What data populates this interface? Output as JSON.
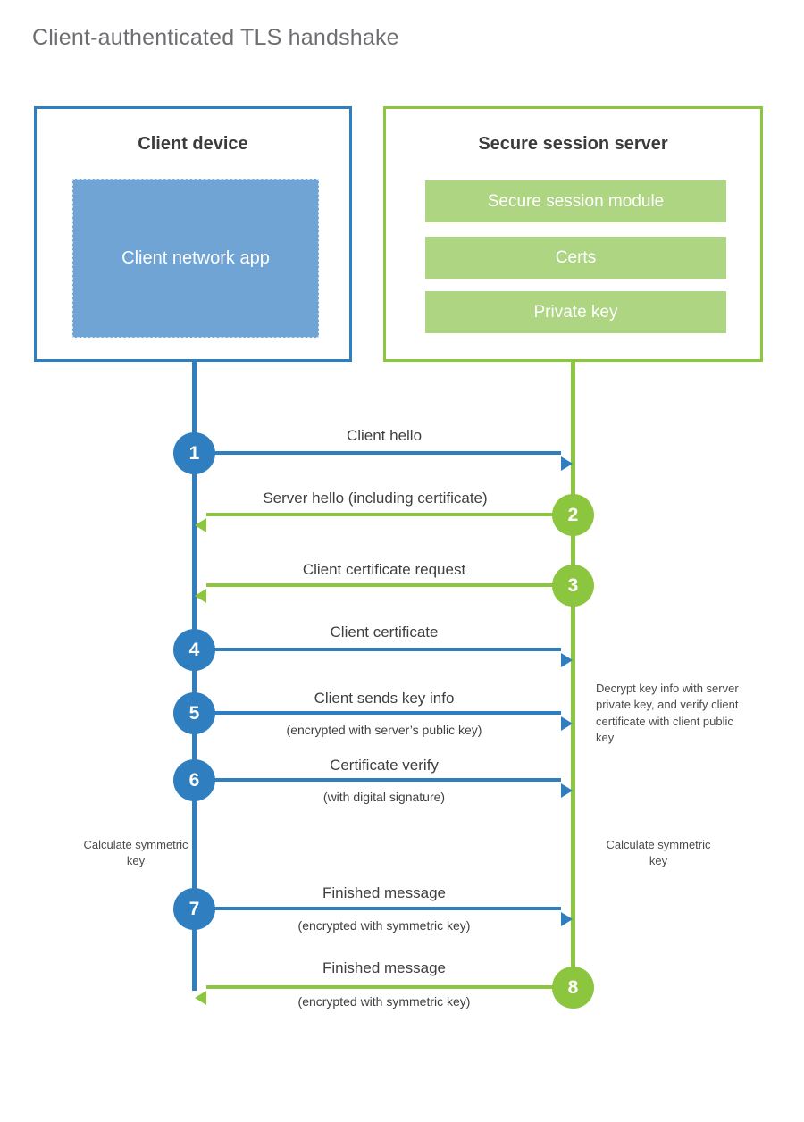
{
  "title": "Client-authenticated TLS handshake",
  "colors": {
    "client_accent": "#2e7ec0",
    "server_accent": "#8cc63e",
    "client_app_fill": "#6fa4d4",
    "server_block_fill": "#aed581",
    "title_text": "#6d6e71",
    "body_text": "#3f3f3f"
  },
  "actors": {
    "client": {
      "title": "Client device",
      "app_label": "Client network app"
    },
    "server": {
      "title": "Secure session server",
      "blocks": [
        {
          "label": "Secure session module"
        },
        {
          "label": "Certs"
        },
        {
          "label": "Private key"
        }
      ]
    }
  },
  "steps": [
    {
      "number": "1",
      "label": "Client hello",
      "sublabel": "",
      "direction": "client-to-server",
      "side": "client"
    },
    {
      "number": "2",
      "label": "Server hello (including certificate)",
      "sublabel": "",
      "direction": "server-to-client",
      "side": "server"
    },
    {
      "number": "3",
      "label": "Client certificate request",
      "sublabel": "",
      "direction": "server-to-client",
      "side": "server"
    },
    {
      "number": "4",
      "label": "Client certificate",
      "sublabel": "",
      "direction": "client-to-server",
      "side": "client"
    },
    {
      "number": "5",
      "label": "Client sends key info",
      "sublabel": "(encrypted with server’s public key)",
      "direction": "client-to-server",
      "side": "client"
    },
    {
      "number": "6",
      "label": "Certificate verify",
      "sublabel": "(with digital signature)",
      "direction": "client-to-server",
      "side": "client"
    },
    {
      "number": "7",
      "label": "Finished message",
      "sublabel": "(encrypted with symmetric key)",
      "direction": "client-to-server",
      "side": "client"
    },
    {
      "number": "8",
      "label": "Finished message",
      "sublabel": "(encrypted with symmetric key)",
      "direction": "server-to-client",
      "side": "server"
    }
  ],
  "notes": {
    "server_decrypt": "Decrypt key info with server private key, and verify client certificate with client public key",
    "client_calculate": "Calculate symmetric key",
    "server_calculate": "Calculate symmetric key"
  }
}
